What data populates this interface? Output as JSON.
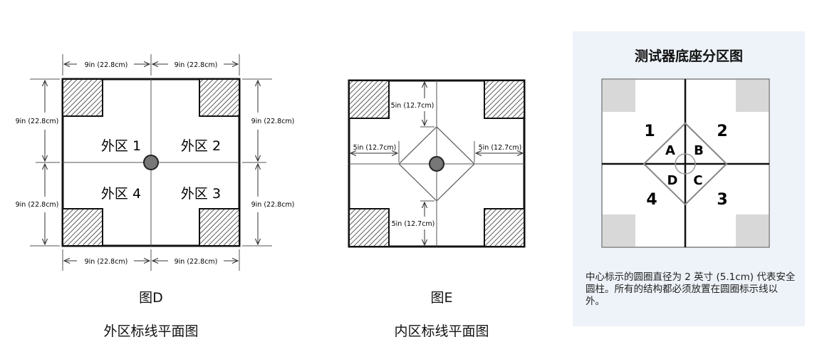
{
  "figure_d": {
    "dimensions": {
      "top_left": "9in (22.8cm)",
      "top_right": "9in (22.8cm)",
      "bottom_left": "9in (22.8cm)",
      "bottom_right": "9in (22.8cm)",
      "left_upper": "9in (22.8cm)",
      "left_lower": "9in (22.8cm)",
      "right_upper": "9in (22.8cm)",
      "right_lower": "9in (22.8cm)"
    },
    "zones": [
      "外区 1",
      "外区 2",
      "外区 4",
      "外区 3"
    ],
    "caption": "图D",
    "title": "外区标线平面图"
  },
  "figure_e": {
    "dimensions": {
      "top": "5in (12.7cm)",
      "left": "5in (12.7cm)",
      "right": "5in (12.7cm)",
      "bottom": "5in (12.7cm)"
    },
    "caption": "图E",
    "title": "内区标线平面图"
  },
  "zoning_panel": {
    "title": "测试器底座分区图",
    "outer_zones": [
      "1",
      "2",
      "4",
      "3"
    ],
    "inner_zones": [
      "A",
      "B",
      "D",
      "C"
    ],
    "note": "中心标示的圆圈直径为 2 英寸 (5.1cm) 代表安全圆柱。所有的结构都必须放置在圆圈标示线以外。"
  }
}
